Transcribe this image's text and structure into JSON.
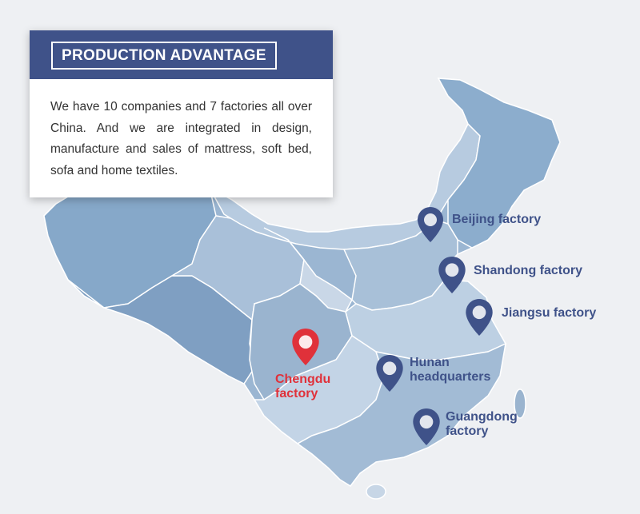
{
  "card": {
    "title": "PRODUCTION ADVANTAGE",
    "body": "We have 10 companies and 7 factories all over China. And we are integrated in design, manufacture and sales of mattress, soft bed, sofa and home textiles."
  },
  "locations": [
    {
      "id": "beijing",
      "line1": "Beijing factory",
      "line2": "",
      "color": "#3f5289"
    },
    {
      "id": "shandong",
      "line1": "Shandong factory",
      "line2": "",
      "color": "#3f5289"
    },
    {
      "id": "jiangsu",
      "line1": "Jiangsu factory",
      "line2": "",
      "color": "#3f5289"
    },
    {
      "id": "hunan",
      "line1": "Hunan",
      "line2": "headquarters",
      "color": "#3f5289"
    },
    {
      "id": "guangdong",
      "line1": "Guangdong",
      "line2": "factory",
      "color": "#3f5289"
    },
    {
      "id": "chengdu",
      "line1": "Chengdu",
      "line2": "factory",
      "color": "#e0313a"
    }
  ],
  "colors": {
    "primary": "#3f5289",
    "highlight": "#e0313a",
    "map_light": "#c7d6e6",
    "map_mid": "#8fb0cf",
    "map_dark": "#6b91b8"
  }
}
